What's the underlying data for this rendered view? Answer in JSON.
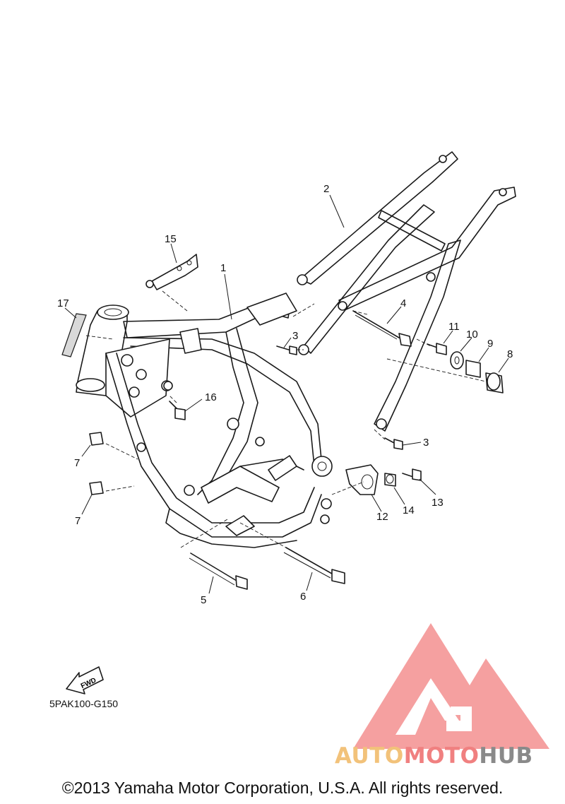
{
  "diagram": {
    "callouts": [
      {
        "id": "c1",
        "label": "1"
      },
      {
        "id": "c2",
        "label": "2"
      },
      {
        "id": "c3a",
        "label": "3"
      },
      {
        "id": "c3b",
        "label": "3"
      },
      {
        "id": "c4",
        "label": "4"
      },
      {
        "id": "c5",
        "label": "5"
      },
      {
        "id": "c6",
        "label": "6"
      },
      {
        "id": "c7a",
        "label": "7"
      },
      {
        "id": "c7b",
        "label": "7"
      },
      {
        "id": "c8",
        "label": "8"
      },
      {
        "id": "c9",
        "label": "9"
      },
      {
        "id": "c10",
        "label": "10"
      },
      {
        "id": "c11",
        "label": "11"
      },
      {
        "id": "c12",
        "label": "12"
      },
      {
        "id": "c13",
        "label": "13"
      },
      {
        "id": "c14",
        "label": "14"
      },
      {
        "id": "c15",
        "label": "15"
      },
      {
        "id": "c16",
        "label": "16"
      },
      {
        "id": "c17",
        "label": "17"
      }
    ],
    "fwd_label": "FWD",
    "diagram_code": "5PAK100-G150"
  },
  "watermark": {
    "brand_part1": "AUTO",
    "brand_part2": "MOTO",
    "brand_part3": "HUB",
    "colors": {
      "triangle": "#f5a0a0",
      "auto": "#f2c27a",
      "moto": "#f08080",
      "hub": "#8a8a8a"
    }
  },
  "footer": {
    "copyright": "©2013 Yamaha Motor Corporation, U.S.A. All rights reserved."
  }
}
